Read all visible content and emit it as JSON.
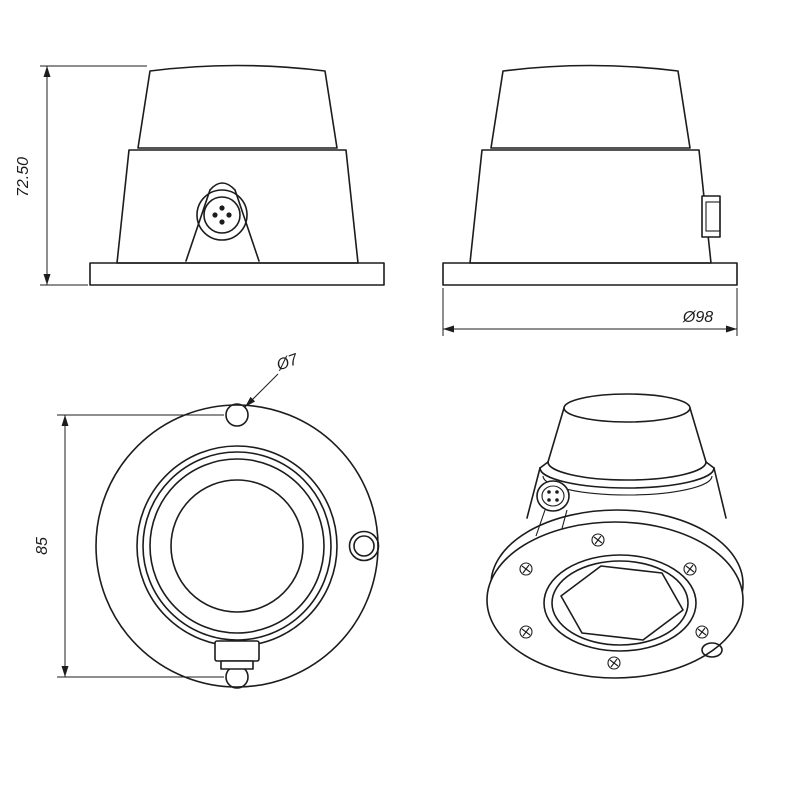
{
  "colors": {
    "background": "#ffffff",
    "line": "#1c1c1c"
  },
  "views": {
    "front": {
      "height_dimension": "72.50"
    },
    "side": {
      "diameter_dimension": "Ø98"
    },
    "bottom": {
      "hole_callout": "Ø7",
      "spacing_dimension": "85"
    }
  }
}
